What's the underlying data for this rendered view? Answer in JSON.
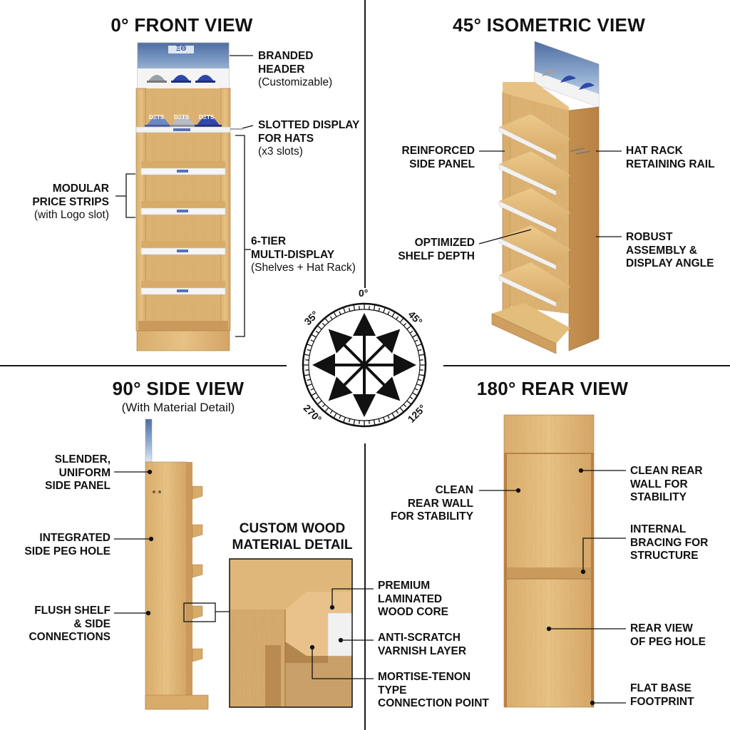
{
  "views": {
    "front": {
      "title": "0° FRONT VIEW",
      "callouts": {
        "branded_header": {
          "bold": [
            "BRANDED",
            "HEADER"
          ],
          "normal": [
            "(Customizable)"
          ]
        },
        "slotted_display": {
          "bold": [
            "SLOTTED DISPLAY",
            "FOR HATS"
          ],
          "normal": [
            "(x3 slots)"
          ]
        },
        "modular_price": {
          "bold": [
            "MODULAR",
            "PRICE STRIPS"
          ],
          "normal": [
            "(with Logo slot)"
          ]
        },
        "six_tier": {
          "bold": [
            "6-TIER",
            "MULTI-DISPLAY"
          ],
          "normal": [
            "(Shelves + Hat Rack)"
          ]
        }
      },
      "header_logo": "ΞΘ",
      "cap_labels": [
        "DΞTS",
        "DΞTS",
        "DΞTS"
      ]
    },
    "iso": {
      "title": "45° ISOMETRIC VIEW",
      "callouts": {
        "reinforced": {
          "bold": [
            "REINFORCED",
            "SIDE PANEL"
          ]
        },
        "hat_rail": {
          "bold": [
            "HAT RACK",
            "RETAINING RAIL"
          ]
        },
        "shelf_depth": {
          "bold": [
            "OPTIMIZED",
            "SHELF DEPTH"
          ]
        },
        "robust": {
          "bold": [
            "ROBUST",
            "ASSEMBLY &",
            "DISPLAY ANGLE"
          ]
        }
      }
    },
    "side": {
      "title": "90° SIDE VIEW",
      "subtitle": "(With Material Detail)",
      "callouts": {
        "slender": {
          "bold": [
            "SLENDER,",
            "UNIFORM",
            "SIDE PANEL"
          ]
        },
        "peg_hole": {
          "bold": [
            "INTEGRATED",
            "SIDE PEG HOLE"
          ]
        },
        "flush": {
          "bold": [
            "FLUSH SHELF",
            "& SIDE",
            "CONNECTIONS"
          ]
        }
      }
    },
    "rear": {
      "title": "180° REAR VIEW",
      "callouts": {
        "clean_left": {
          "bold": [
            "CLEAN",
            "REAR WALL",
            "FOR STABILITY"
          ]
        },
        "clean_right": {
          "bold": [
            "CLEAN REAR",
            "WALL FOR",
            "STABILITY"
          ]
        },
        "bracing": {
          "bold": [
            "INTERNAL",
            "BRACING FOR",
            "STRUCTURE"
          ]
        },
        "rear_peg": {
          "bold": [
            "REAR VIEW",
            "OF PEG HOLE"
          ]
        },
        "base": {
          "bold": [
            "FLAT BASE",
            "FOOTPRINT"
          ]
        }
      }
    }
  },
  "material_detail": {
    "title": [
      "CUSTOM WOOD",
      "MATERIAL DETAIL"
    ],
    "callouts": {
      "core": {
        "bold": [
          "PREMIUM",
          "LAMINATED",
          "WOOD CORE"
        ]
      },
      "varnish": {
        "bold": [
          "ANTI-SCRATCH",
          "VARNISH LAYER"
        ]
      },
      "mortise": {
        "bold": [
          "MORTISE-TENON",
          "TYPE",
          "CONNECTION POINT"
        ]
      }
    }
  },
  "compass": {
    "labels": {
      "top": "0°",
      "top_left": "35°",
      "top_right": "45°",
      "bottom_left": "270°",
      "bottom_right": "125°"
    }
  },
  "colors": {
    "wood_light": "#e2bd7c",
    "wood_mid": "#cfa062",
    "wood_dark": "#b07e43",
    "line": "#111111",
    "cap_blue": "#2e47a8",
    "cap_grey": "#9aa0a8",
    "sky": "#6f93c4"
  }
}
